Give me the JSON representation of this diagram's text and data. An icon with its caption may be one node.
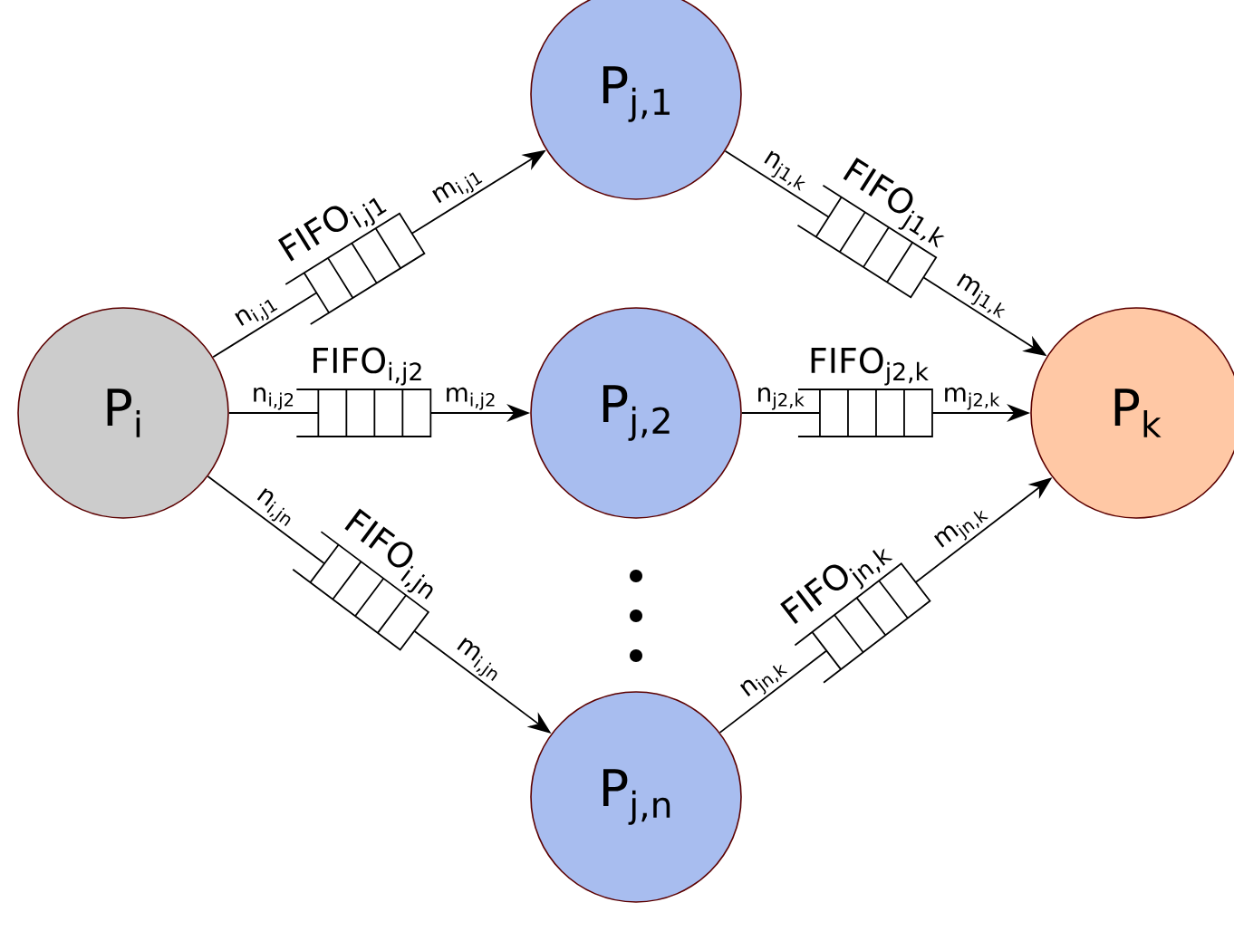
{
  "diagram": {
    "nodes": [
      {
        "text": [
          "P$_{i}$"
        ]
      },
      {
        "text": [
          "P$_{j,1}$"
        ]
      },
      {
        "text": [
          "P$_{j,2}$"
        ]
      },
      {
        "text": [
          "P$_{j,n}$"
        ]
      },
      {
        "text": [
          "P$_{k}$"
        ]
      },
      {
        "text": [
          "FIFO$_{i,j1}$"
        ]
      },
      {
        "text": [
          "FIFO$_{i,j2}$"
        ]
      },
      {
        "text": [
          "FIFO$_{i,jn}$"
        ]
      },
      {
        "text": [
          "FIFO$_{j1,k}$"
        ]
      },
      {
        "text": [
          "FIFO$_{j2,k}$"
        ]
      },
      {
        "text": [
          "FIFO$_{jn,k}$"
        ]
      }
    ],
    "edges": [
      {
        "from": 0,
        "to": 5,
        "arrow": "none",
        "label": "n$_{i,j1}$"
      },
      {
        "from": 5,
        "to": 1,
        "arrow": "to",
        "label": "m$_{i,j1}$"
      },
      {
        "from": 0,
        "to": 6,
        "arrow": "none",
        "label": "n$_{i,j2}$"
      },
      {
        "from": 6,
        "to": 2,
        "arrow": "to",
        "label": "m$_{i,j2}$"
      },
      {
        "from": 0,
        "to": 7,
        "arrow": "none",
        "label": "n$_{i,jn}$"
      },
      {
        "from": 7,
        "to": 3,
        "arrow": "to",
        "label": "m$_{i,jn}$"
      },
      {
        "from": 1,
        "to": 8,
        "arrow": "none",
        "label": "n$_{j1,k}$"
      },
      {
        "from": 8,
        "to": 4,
        "arrow": "to",
        "label": "m$_{j1,k}$"
      },
      {
        "from": 2,
        "to": 9,
        "arrow": "none",
        "label": "n$_{j2,k}$"
      },
      {
        "from": 9,
        "to": 4,
        "arrow": "to",
        "label": "m$_{j2,k}$"
      },
      {
        "from": 3,
        "to": 10,
        "arrow": "none",
        "label": "n$_{jn,k}$"
      },
      {
        "from": 10,
        "to": 4,
        "arrow": "to",
        "label": "m$_{jn,k}$"
      }
    ]
  }
}
